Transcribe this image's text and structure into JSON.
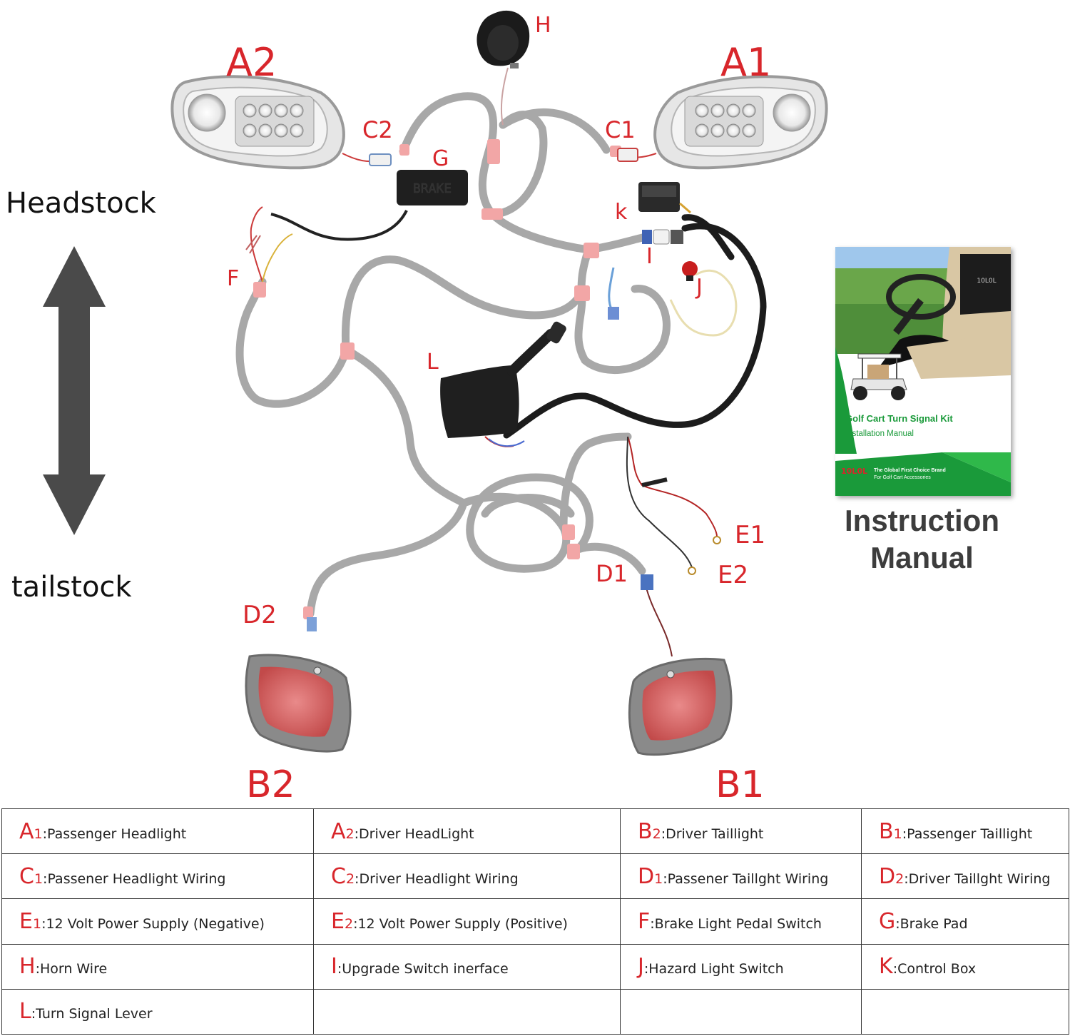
{
  "side_labels": {
    "top": "Headstock",
    "bottom": "tailstock"
  },
  "part_labels": {
    "A2": "A2",
    "A1": "A1",
    "H": "H",
    "C2": "C2",
    "C1": "C1",
    "G": "G",
    "K": "k",
    "I": "I",
    "J": "J",
    "F": "F",
    "L": "L",
    "E1": "E1",
    "E2": "E2",
    "D1": "D1",
    "D2": "D2",
    "B2": "B2",
    "B1": "B1"
  },
  "manual": {
    "title_line1": "Instruction",
    "title_line2": "Manual",
    "cover_title": "Golf Cart Turn Signal Kit",
    "cover_subtitle": "Installation Manual",
    "brand_line1": "The Global First Choice Brand",
    "brand_line2": "For Golf Cart Accessories",
    "brand_logo": "10L0L",
    "seat_logo": "10L0L"
  },
  "brake_pad_text": "BRAKE",
  "colors": {
    "label_red": "#d8262b",
    "cable_grey": "#a8a8a8",
    "cable_black": "#1c1c1c",
    "sleeve_pink": "#f2a6a6",
    "manual_green": "#1a9a3a"
  },
  "legend": [
    [
      {
        "code": "A",
        "sub": "1",
        "text": ":Passenger Headlight"
      },
      {
        "code": "A",
        "sub": "2",
        "text": ":Driver HeadLight"
      },
      {
        "code": "B",
        "sub": "2",
        "text": ":Driver Taillight"
      },
      {
        "code": "B",
        "sub": "1",
        "text": ":Passenger Taillight"
      }
    ],
    [
      {
        "code": "C",
        "sub": "1",
        "text": ":Passener Headlight Wiring"
      },
      {
        "code": "C",
        "sub": "2",
        "text": ":Driver Headlight Wiring"
      },
      {
        "code": "D",
        "sub": "1",
        "text": ":Passener Taillght Wiring"
      },
      {
        "code": "D",
        "sub": "2",
        "text": ":Driver Taillght Wiring"
      }
    ],
    [
      {
        "code": "E",
        "sub": "1",
        "text": ":12 Volt Power Supply (Negative)"
      },
      {
        "code": "E",
        "sub": "2",
        "text": ":12 Volt Power Supply (Positive)"
      },
      {
        "code": "F",
        "sub": "",
        "text": ":Brake Light Pedal Switch"
      },
      {
        "code": "G",
        "sub": "",
        "text": ":Brake Pad"
      }
    ],
    [
      {
        "code": "H",
        "sub": "",
        "text": ":Horn Wire"
      },
      {
        "code": "I",
        "sub": "",
        "text": ":Upgrade Switch inerface"
      },
      {
        "code": "J",
        "sub": "",
        "text": ":Hazard Light Switch"
      },
      {
        "code": "K",
        "sub": "",
        "text": ":Control Box"
      }
    ],
    [
      {
        "code": "L",
        "sub": "",
        "text": ":Turn Signal Lever"
      },
      {
        "code": "",
        "sub": "",
        "text": ""
      },
      {
        "code": "",
        "sub": "",
        "text": ""
      },
      {
        "code": "",
        "sub": "",
        "text": ""
      }
    ]
  ]
}
